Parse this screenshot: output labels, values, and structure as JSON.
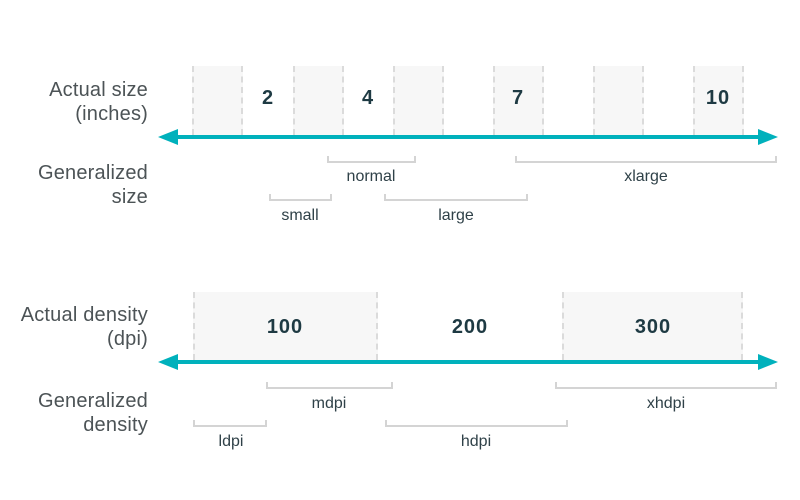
{
  "colors": {
    "accent": "#00b1bc",
    "band_fill": "#f7f7f7",
    "dash": "#dbdbdb",
    "bracket": "#d4d4d4",
    "label_text": "#4c5356",
    "tick_text": "#1e3a43",
    "range_text": "#2f4148"
  },
  "size_section": {
    "axis_title_line1": "Actual size",
    "axis_title_line2": "(inches)",
    "ticks": [
      "2",
      "4",
      "7",
      "10"
    ],
    "generalized_title_line1": "Generalized",
    "generalized_title_line2": "size",
    "ranges": [
      "small",
      "normal",
      "large",
      "xlarge"
    ]
  },
  "density_section": {
    "axis_title_line1": "Actual density",
    "axis_title_line2": "(dpi)",
    "ticks": [
      "100",
      "200",
      "300"
    ],
    "generalized_title_line1": "Generalized",
    "generalized_title_line2": "density",
    "ranges": [
      "ldpi",
      "mdpi",
      "hdpi",
      "xhdpi"
    ]
  }
}
